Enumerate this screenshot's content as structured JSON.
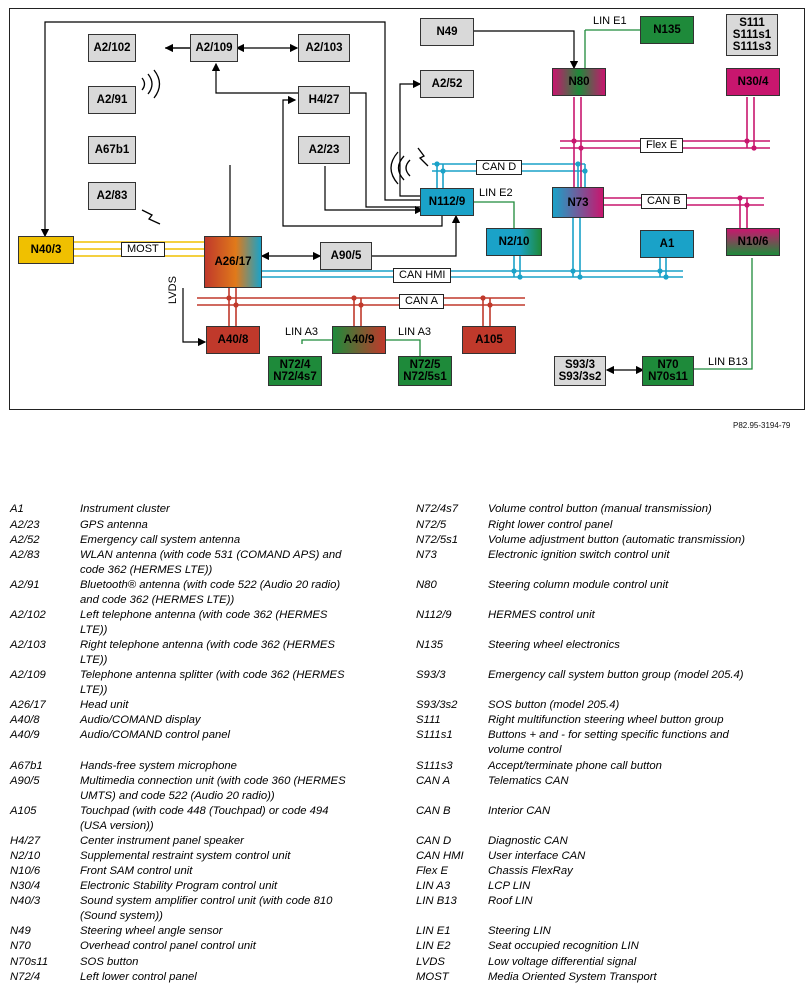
{
  "diagram": {
    "reference": "P82.95-3194-79",
    "components": [
      {
        "id": "A2/102",
        "lines": [
          "A2/102"
        ],
        "color": "#d9d9d9"
      },
      {
        "id": "A2/109",
        "lines": [
          "A2/109"
        ],
        "color": "#d9d9d9"
      },
      {
        "id": "A2/103",
        "lines": [
          "A2/103"
        ],
        "color": "#d9d9d9"
      },
      {
        "id": "A2/91",
        "lines": [
          "A2/91"
        ],
        "color": "#d9d9d9"
      },
      {
        "id": "A67b1",
        "lines": [
          "A67b1"
        ],
        "color": "#d9d9d9"
      },
      {
        "id": "A2/83",
        "lines": [
          "A2/83"
        ],
        "color": "#d9d9d9"
      },
      {
        "id": "H4/27",
        "lines": [
          "H4/27"
        ],
        "color": "#d9d9d9"
      },
      {
        "id": "A2/23",
        "lines": [
          "A2/23"
        ],
        "color": "#d9d9d9"
      },
      {
        "id": "A2/52",
        "lines": [
          "A2/52"
        ],
        "color": "#d9d9d9"
      },
      {
        "id": "N49",
        "lines": [
          "N49"
        ],
        "color": "#d9d9d9"
      },
      {
        "id": "S111",
        "lines": [
          "S111",
          "S111s1",
          "S111s3"
        ],
        "color": "#d9d9d9"
      },
      {
        "id": "N135",
        "lines": [
          "N135"
        ],
        "color": "#1e8a3a"
      },
      {
        "id": "N80",
        "lines": [
          "N80"
        ],
        "color": "gradient-n80"
      },
      {
        "id": "N30/4",
        "lines": [
          "N30/4"
        ],
        "color": "#c8166e"
      },
      {
        "id": "N112/9",
        "lines": [
          "N112/9"
        ],
        "color": "#1aa2c8"
      },
      {
        "id": "N73",
        "lines": [
          "N73"
        ],
        "color": "gradient-n73"
      },
      {
        "id": "N2/10",
        "lines": [
          "N2/10"
        ],
        "color": "gradient-n210"
      },
      {
        "id": "A1",
        "lines": [
          "A1"
        ],
        "color": "#1aa2c8"
      },
      {
        "id": "N10/6",
        "lines": [
          "N10/6"
        ],
        "color": "gradient-n106"
      },
      {
        "id": "N40/3",
        "lines": [
          "N40/3"
        ],
        "color": "#f0c000"
      },
      {
        "id": "A26/17",
        "lines": [
          "A26/17"
        ],
        "color": "gradient-a2617"
      },
      {
        "id": "A90/5",
        "lines": [
          "A90/5"
        ],
        "color": "#d9d9d9"
      },
      {
        "id": "A40/8",
        "lines": [
          "A40/8"
        ],
        "color": "#c0392b"
      },
      {
        "id": "A40/9",
        "lines": [
          "A40/9"
        ],
        "color": "gradient-a409"
      },
      {
        "id": "A105",
        "lines": [
          "A105"
        ],
        "color": "#c0392b"
      },
      {
        "id": "N72/4",
        "lines": [
          "N72/4",
          "N72/4s7"
        ],
        "color": "#1e8a3a"
      },
      {
        "id": "N72/5",
        "lines": [
          "N72/5",
          "N72/5s1"
        ],
        "color": "#1e8a3a"
      },
      {
        "id": "S93/3",
        "lines": [
          "S93/3",
          "S93/3s2"
        ],
        "color": "#d9d9d9"
      },
      {
        "id": "N70",
        "lines": [
          "N70",
          "N70s11"
        ],
        "color": "#1e8a3a"
      }
    ],
    "bus_labels": {
      "most": "MOST",
      "can_d": "CAN D",
      "can_b": "CAN B",
      "can_hmi": "CAN HMI",
      "can_a": "CAN A",
      "flex_e": "Flex E",
      "lin_e1": "LIN E1",
      "lin_e2": "LIN E2",
      "lin_a3_left": "LIN A3",
      "lin_a3_right": "LIN A3",
      "lin_b13": "LIN B13",
      "lvds": "LVDS"
    },
    "bus_colors": {
      "most": "#f0c000",
      "can_a": "#c0392b",
      "can_hmi": "#1aa2c8",
      "can_b": "#c8166e",
      "lin": "#1e8a3a"
    }
  },
  "legend": {
    "left": [
      {
        "code": "A1",
        "desc": [
          "Instrument cluster"
        ]
      },
      {
        "code": "A2/23",
        "desc": [
          "GPS antenna"
        ]
      },
      {
        "code": "A2/52",
        "desc": [
          "Emergency call system antenna"
        ]
      },
      {
        "code": "A2/83",
        "desc": [
          "WLAN antenna (with code 531 (COMAND APS) and",
          "code 362 (HERMES LTE))"
        ]
      },
      {
        "code": "A2/91",
        "desc": [
          "Bluetooth® antenna (with code 522 (Audio 20 radio)",
          "and code 362 (HERMES LTE))"
        ]
      },
      {
        "code": "A2/102",
        "desc": [
          "Left telephone antenna (with code 362 (HERMES",
          "LTE))"
        ]
      },
      {
        "code": "A2/103",
        "desc": [
          "Right telephone antenna (with code 362 (HERMES",
          "LTE))"
        ]
      },
      {
        "code": "A2/109",
        "desc": [
          "Telephone antenna splitter (with code 362 (HERMES",
          "LTE))"
        ]
      },
      {
        "code": "A26/17",
        "desc": [
          "Head unit"
        ]
      },
      {
        "code": "A40/8",
        "desc": [
          "Audio/COMAND display"
        ]
      },
      {
        "code": "A40/9",
        "desc": [
          "Audio/COMAND control panel"
        ]
      },
      {
        "code": "A67b1",
        "desc": [
          "Hands-free system microphone"
        ]
      },
      {
        "code": "A90/5",
        "desc": [
          "Multimedia connection unit (with code 360 (HERMES",
          "UMTS) and code 522 (Audio 20 radio))"
        ]
      },
      {
        "code": "A105",
        "desc": [
          "Touchpad (with code 448 (Touchpad) or code 494",
          "(USA version))"
        ]
      },
      {
        "code": "H4/27",
        "desc": [
          "Center instrument panel speaker"
        ]
      },
      {
        "code": "N2/10",
        "desc": [
          "Supplemental restraint system control unit"
        ]
      },
      {
        "code": "N10/6",
        "desc": [
          "Front SAM control unit"
        ]
      },
      {
        "code": "N30/4",
        "desc": [
          "Electronic Stability Program control unit"
        ]
      },
      {
        "code": "N40/3",
        "desc": [
          "Sound system amplifier control unit (with code 810",
          "(Sound system))"
        ]
      },
      {
        "code": "N49",
        "desc": [
          "Steering wheel angle sensor"
        ]
      },
      {
        "code": "N70",
        "desc": [
          "Overhead control panel control unit"
        ]
      },
      {
        "code": "N70s11",
        "desc": [
          "SOS button"
        ]
      },
      {
        "code": "N72/4",
        "desc": [
          "Left lower control panel"
        ]
      }
    ],
    "right": [
      {
        "code": "N72/4s7",
        "desc": [
          "Volume control button (manual transmission)"
        ]
      },
      {
        "code": "N72/5",
        "desc": [
          "Right lower control panel"
        ]
      },
      {
        "code": "N72/5s1",
        "desc": [
          "Volume adjustment button (automatic transmission)"
        ]
      },
      {
        "code": "N73",
        "desc": [
          "Electronic ignition switch control unit"
        ]
      },
      {
        "code": "N80",
        "desc": [
          "Steering column module control unit"
        ]
      },
      {
        "code": "N112/9",
        "desc": [
          "HERMES control unit"
        ]
      },
      {
        "code": "N135",
        "desc": [
          "Steering wheel electronics"
        ]
      },
      {
        "code": "S93/3",
        "desc": [
          "Emergency call system button group (model 205.4)"
        ]
      },
      {
        "code": "S93/3s2",
        "desc": [
          "SOS button (model 205.4)"
        ]
      },
      {
        "code": "S111",
        "desc": [
          "Right multifunction steering wheel button group"
        ]
      },
      {
        "code": "S111s1",
        "desc": [
          "Buttons + and - for setting specific functions and",
          "volume control"
        ]
      },
      {
        "code": "S111s3",
        "desc": [
          "Accept/terminate phone call button"
        ]
      },
      {
        "code": "CAN A",
        "desc": [
          "Telematics CAN"
        ]
      },
      {
        "code": "CAN B",
        "desc": [
          "Interior CAN"
        ]
      },
      {
        "code": "CAN D",
        "desc": [
          "Diagnostic CAN"
        ]
      },
      {
        "code": "CAN HMI",
        "desc": [
          "User interface CAN"
        ]
      },
      {
        "code": "Flex E",
        "desc": [
          "Chassis FlexRay"
        ]
      },
      {
        "code": "LIN A3",
        "desc": [
          "LCP LIN"
        ]
      },
      {
        "code": "LIN B13",
        "desc": [
          "Roof LIN"
        ]
      },
      {
        "code": "LIN E1",
        "desc": [
          "Steering LIN"
        ]
      },
      {
        "code": "LIN E2",
        "desc": [
          "Seat occupied recognition LIN"
        ]
      },
      {
        "code": "LVDS",
        "desc": [
          "Low voltage differential signal"
        ]
      },
      {
        "code": "MOST",
        "desc": [
          "Media Oriented System Transport"
        ]
      }
    ]
  }
}
